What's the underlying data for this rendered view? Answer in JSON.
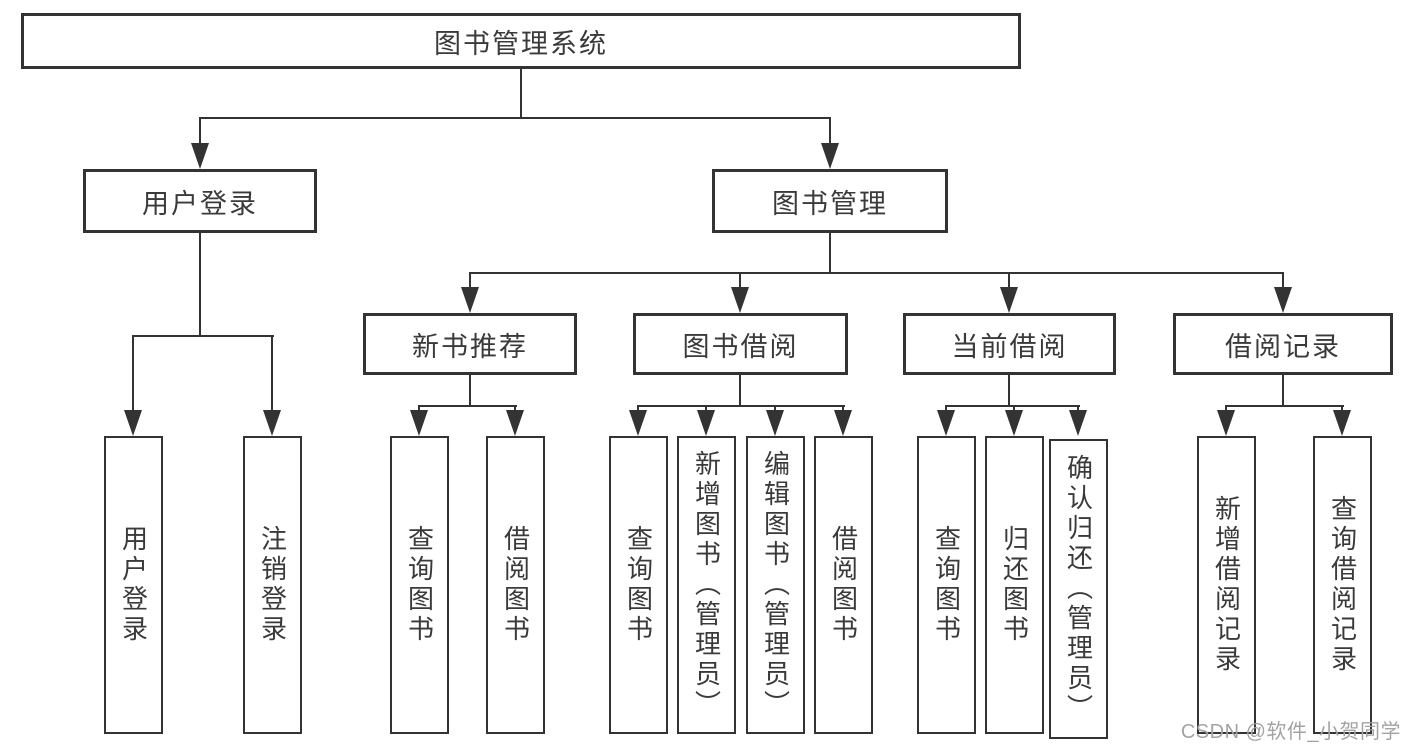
{
  "diagram": {
    "title": {
      "label": "图书管理系统"
    },
    "level2": [
      {
        "label": "用户登录"
      },
      {
        "label": "图书管理"
      }
    ],
    "level3": [
      {
        "label": "新书推荐"
      },
      {
        "label": "图书借阅"
      },
      {
        "label": "当前借阅"
      },
      {
        "label": "借阅记录"
      }
    ],
    "leaves": {
      "user_login": [
        {
          "label": "用户登录"
        },
        {
          "label": "注销登录"
        }
      ],
      "new_book": [
        {
          "label": "查询图书"
        },
        {
          "label": "借阅图书"
        }
      ],
      "book_borrow": [
        {
          "label": "查询图书"
        },
        {
          "label": "新增图书（管理员）"
        },
        {
          "label": "编辑图书（管理员）"
        },
        {
          "label": "借阅图书"
        }
      ],
      "current_borrow": [
        {
          "label": "查询图书"
        },
        {
          "label": "归还图书"
        },
        {
          "label": "确认归还（管理员）"
        }
      ],
      "borrow_record": [
        {
          "label": "新增借阅记录"
        },
        {
          "label": "查询借阅记录"
        }
      ]
    },
    "watermark": {
      "label": "CSDN @软件_小贺同学",
      "color": "#a3a3a3"
    },
    "colors": {
      "line": "#333333",
      "text": "#3a3a3a",
      "box_bg": "#ffffff",
      "background": "#ffffff"
    }
  }
}
